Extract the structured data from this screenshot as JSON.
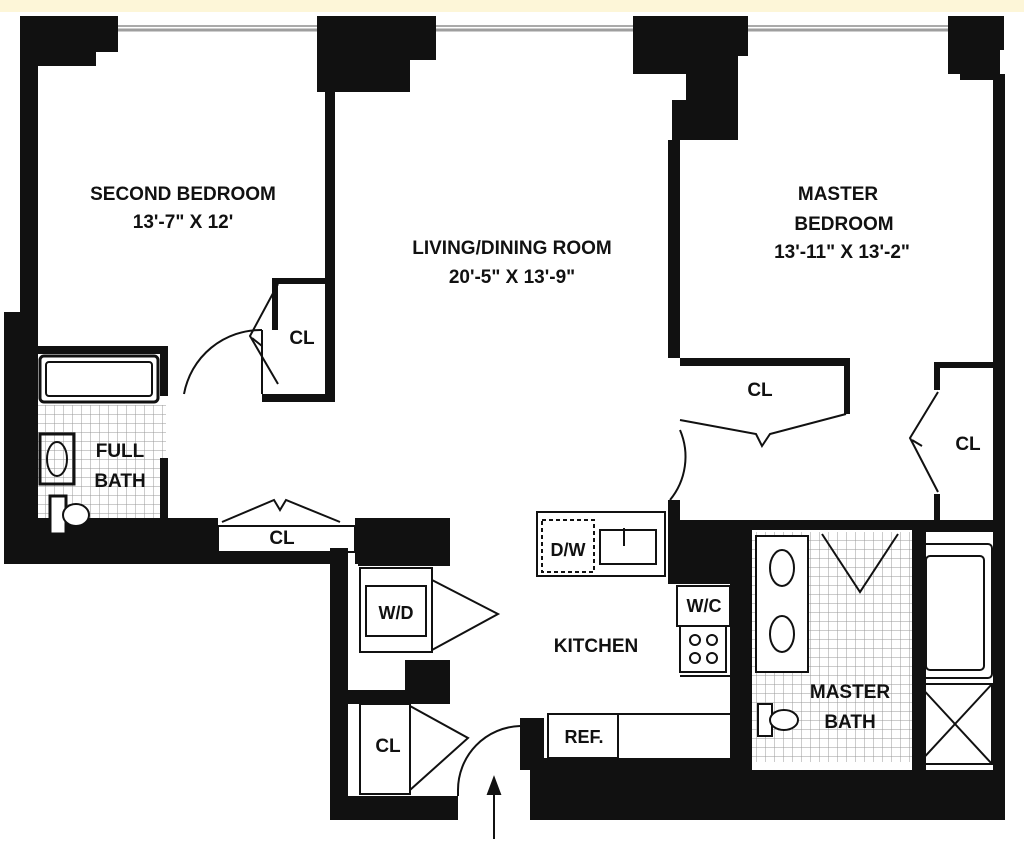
{
  "plan": {
    "labels": {
      "second_bedroom_name": "SECOND BEDROOM",
      "second_bedroom_dim": "13'-7\" X 12'",
      "living_name": "LIVING/DINING ROOM",
      "living_dim": "20'-5\" X 13'-9\"",
      "master_name_1": "MASTER",
      "master_name_2": "BEDROOM",
      "master_dim": "13'-11\" X 13'-2\"",
      "full_bath_1": "FULL",
      "full_bath_2": "BATH",
      "master_bath_1": "MASTER",
      "master_bath_2": "BATH",
      "kitchen": "KITCHEN",
      "dw": "D/W",
      "wc": "W/C",
      "wd": "W/D",
      "ref": "REF.",
      "closet": "CL"
    },
    "colors": {
      "wall": "#111111",
      "floor_tile": "#d9d9d9",
      "top_band": "#fdf6d8",
      "window": "#bdbdbd"
    }
  }
}
